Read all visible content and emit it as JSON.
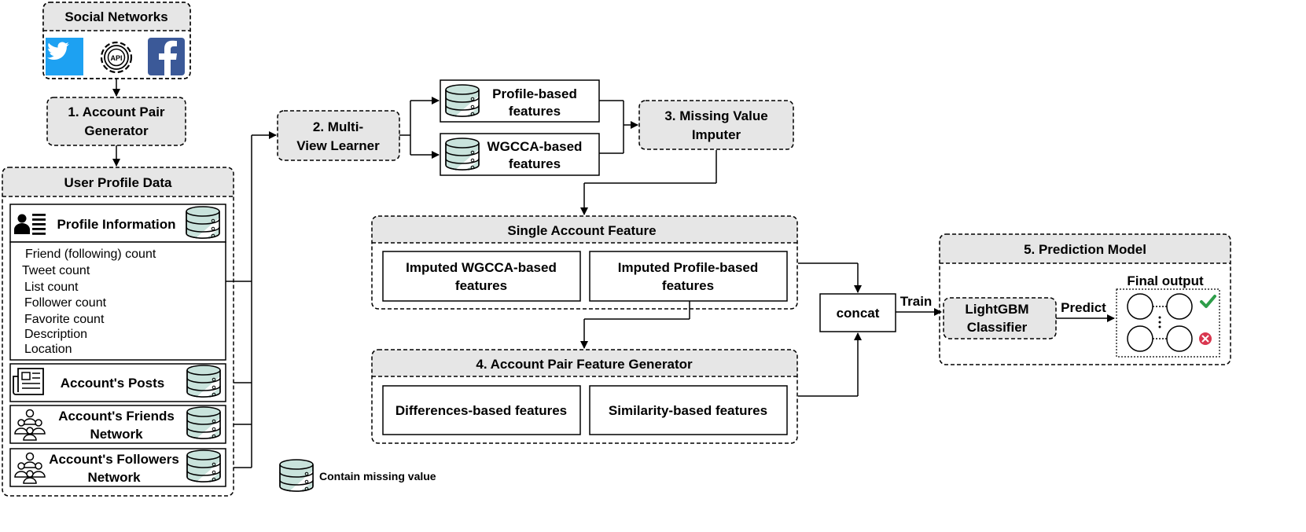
{
  "social_networks": {
    "title": "Social Networks",
    "icons": [
      "twitter-icon",
      "api-gear-icon",
      "facebook-icon"
    ],
    "colors": {
      "twitter": "#1DA1F2",
      "facebook": "#3B5998"
    }
  },
  "account_pair_generator": {
    "line1": "1. Account Pair",
    "line2": "Generator"
  },
  "user_profile": {
    "title": "User Profile Data",
    "profile_info": {
      "title": "Profile Information",
      "items": [
        "Friend (following) count",
        "Tweet count",
        "List count",
        "Follower count",
        "Favorite count",
        "Description",
        "Location"
      ]
    },
    "posts": "Account's Posts",
    "friends": {
      "line1": "Account's Friends",
      "line2": "Network"
    },
    "followers": {
      "line1": "Account's Followers",
      "line2": "Network"
    }
  },
  "multi_view": {
    "line1": "2. Multi-",
    "line2": "View Learner"
  },
  "profile_features": {
    "line1": "Profile-based",
    "line2": "features"
  },
  "wgcca_features": {
    "line1": "WGCCA-based",
    "line2": "features"
  },
  "imputer": {
    "line1": "3. Missing Value",
    "line2": "Imputer"
  },
  "single_account": {
    "title": "Single Account Feature",
    "imputed_wgcca": {
      "line1": "Imputed WGCCA-based",
      "line2": "features"
    },
    "imputed_profile": {
      "line1": "Imputed Profile-based",
      "line2": "features"
    }
  },
  "pair_generator": {
    "title": "4. Account Pair Feature Generator",
    "differences": "Differences-based features",
    "similarity": "Similarity-based features"
  },
  "concat": "concat",
  "train": "Train",
  "prediction": {
    "title": "5. Prediction Model",
    "classifier": {
      "line1": "LightGBM",
      "line2": "Classifier"
    },
    "predict": "Predict",
    "final_output": "Final output",
    "colors": {
      "check": "#2e9e4a",
      "cross": "#d9364f"
    }
  },
  "legend": {
    "text": "Contain missing value"
  },
  "colors": {
    "header_fill": "#e6e6e6",
    "db_fill": "#c9e3dc",
    "db_band": "#ffffff"
  }
}
